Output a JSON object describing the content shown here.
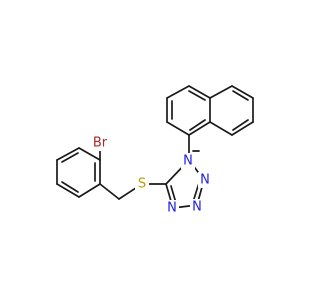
{
  "atom_labels": {
    "br": "Br",
    "s": "S",
    "n1": "N",
    "n2": "N",
    "n3": "N",
    "n4": "N"
  },
  "colors": {
    "bond": "#1a1a1a",
    "bromine": "#a52a2a",
    "sulfur": "#b8a000",
    "nitrogen": "#1f1fe0"
  }
}
